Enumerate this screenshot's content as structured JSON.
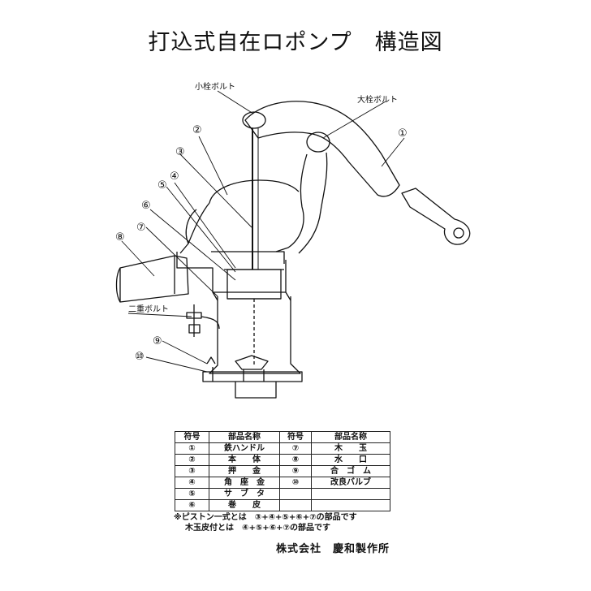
{
  "title": "打込式自在ロポンプ　構造図",
  "labels": {
    "small_bolt": "小栓ボルト",
    "large_bolt": "大栓ボルト",
    "double_bolt": "二重ボルト"
  },
  "callouts": {
    "n1": "①",
    "n2": "②",
    "n3": "③",
    "n4": "④",
    "n5": "⑤",
    "n6": "⑥",
    "n7": "⑦",
    "n8": "⑧",
    "n9": "⑨",
    "n10": "⑩"
  },
  "table": {
    "headers": [
      "符号",
      "部品名称",
      "符号",
      "部品名称"
    ],
    "rows": [
      [
        "①",
        "鉄ハンドル",
        "⑦",
        "木　　玉"
      ],
      [
        "②",
        "本　　体",
        "⑧",
        "水　　口"
      ],
      [
        "③",
        "押　　金",
        "⑨",
        "合　ゴ　ム"
      ],
      [
        "④",
        "角　座　金",
        "⑩",
        "改良バルブ"
      ],
      [
        "⑤",
        "サ　ブ　タ",
        "",
        ""
      ],
      [
        "⑥",
        "巻　　皮",
        "",
        ""
      ]
    ]
  },
  "notes": [
    "※ピストン一式とは　③+④+⑤+⑥+⑦の部品です",
    "木玉皮付とは　④+⑤+⑥+⑦の部品です"
  ],
  "maker": "株式会社　慶和製作所"
}
